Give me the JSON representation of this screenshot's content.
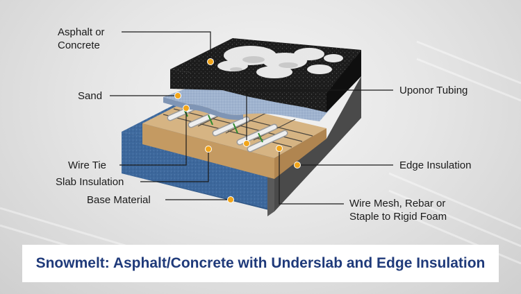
{
  "caption": "Snowmelt: Asphalt/Concrete with Underslab and Edge Insulation",
  "labels": {
    "asphalt": "Asphalt or\nConcrete",
    "sand": "Sand",
    "wire_tie": "Wire Tie",
    "slab_insulation": "Slab Insulation",
    "base_material": "Base Material",
    "uponor_tubing": "Uponor Tubing",
    "edge_insulation": "Edge Insulation",
    "wire_mesh": "Wire Mesh, Rebar or\nStaple to Rigid Foam"
  },
  "colors": {
    "caption_text": "#1f3a7a",
    "callout_dot": "#f2a51a",
    "asphalt": "#1c1c1c",
    "sand": "#9fb3cf",
    "slab_insulation": "#d6b483",
    "base_material": "#3f6a9e",
    "edge_insulation": "#4a4a4a",
    "tubing": "#e8e8e8",
    "wire_tie": "#2e8b2e"
  }
}
